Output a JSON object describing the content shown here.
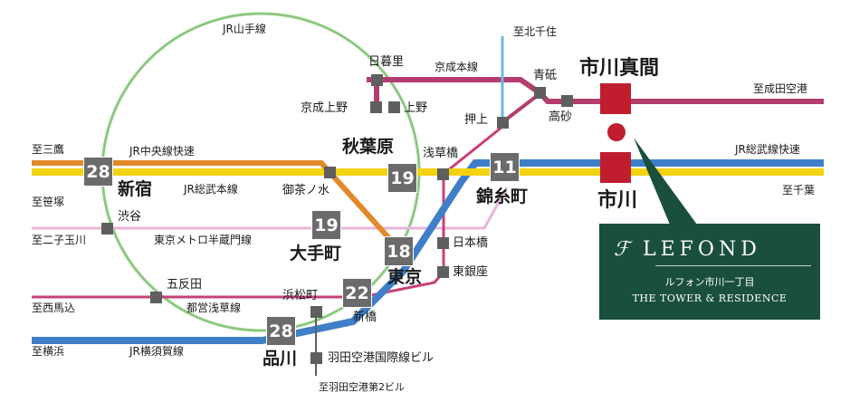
{
  "colors": {
    "yamanote": "#8cc97f",
    "chuo_rapid": "#e2892a",
    "sobu": "#f3d20f",
    "keisei": "#b33d6e",
    "tsukuba_blue": "#6fb7e6",
    "yokosuka_blue": "#3e7fc7",
    "hanzomon": "#e8b5d6",
    "asakusa": "#c8407a",
    "pink_accent": "#c8407a",
    "ichikawa_red": "#c01e2e",
    "brand_green": "#1a4f3c",
    "station_gray": "#5f5f5f"
  },
  "lines": {
    "yamanote": "JR山手線",
    "chuo_rapid": "JR中央線快速",
    "sobu_local": "JR総武本線",
    "sobu_rapid": "JR総武線快速",
    "keisei": "京成本線",
    "hanzomon": "東京メトロ半蔵門線",
    "asakusa": "都営浅草線",
    "yokosuka": "JR横須賀線"
  },
  "directions": {
    "mitaka": "至三鷹",
    "sasazuka": "至笹塚",
    "futako": "至二子玉川",
    "nishimagome": "至西馬込",
    "yokohama": "至横浜",
    "kitasenju": "至北千住",
    "narita": "至成田空港",
    "chiba": "至千葉",
    "haneda2": "至羽田空港第2ビル"
  },
  "stations": {
    "shinjuku": "新宿",
    "shibuya": "渋谷",
    "gotanda": "五反田",
    "shinagawa": "品川",
    "hamamatsucho": "浜松町",
    "shimbashi": "新橋",
    "tokyo": "東京",
    "otemachi": "大手町",
    "ochanomizu": "御茶ノ水",
    "akihabara": "秋葉原",
    "nippori": "日暮里",
    "keisei_ueno": "京成上野",
    "ueno": "上野",
    "asakusabashi": "浅草橋",
    "kinshicho": "錦糸町",
    "oshiage": "押上",
    "aoto": "青砥",
    "takasago": "高砂",
    "ichikawamama": "市川真間",
    "ichikawa": "市川",
    "nihombashi": "日本橋",
    "higashiginza": "東銀座",
    "haneda_intl": "羽田空港国際線ビル"
  },
  "times": {
    "shinjuku": "28",
    "akihabara": "19",
    "kinshicho": "11",
    "otemachi": "19",
    "tokyo": "18",
    "shimbashi": "22",
    "shinagawa": "28"
  },
  "brand": {
    "logo_mark": "ℱ",
    "name": "LEFOND",
    "subtitle_ja": "ルフォン市川一丁目",
    "subtitle_en": "THE TOWER & RESIDENCE"
  }
}
